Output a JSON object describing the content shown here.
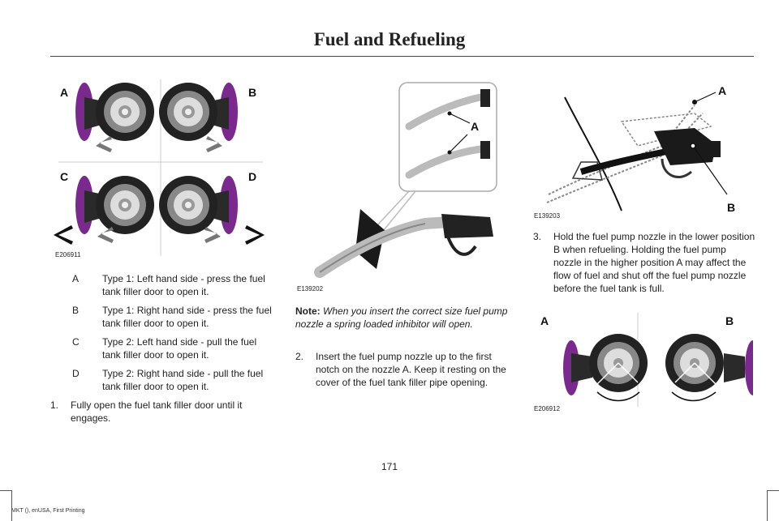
{
  "header": {
    "title": "Fuel and Refueling"
  },
  "figure1": {
    "code": "E206911",
    "labels": [
      "A",
      "B",
      "C",
      "D"
    ]
  },
  "legend": [
    {
      "key": "A",
      "text": "Type 1: Left hand side - press the fuel tank filler door to open it."
    },
    {
      "key": "B",
      "text": "Type 1: Right hand side - press the fuel tank filler door to open it."
    },
    {
      "key": "C",
      "text": "Type 2: Left hand side - pull the fuel tank filler door to open it."
    },
    {
      "key": "D",
      "text": "Type 2: Right hand side - pull the fuel tank filler door to open it."
    }
  ],
  "step1": {
    "num": "1.",
    "text": "Fully open the fuel tank filler door until it engages."
  },
  "figure2": {
    "code": "E139202",
    "label": "A"
  },
  "note": {
    "label": "Note:",
    "text": "When you insert the correct size fuel pump nozzle a spring loaded inhibitor will open."
  },
  "step2": {
    "num": "2.",
    "text": "Insert the fuel pump nozzle up to the first notch on the nozzle A.  Keep it resting on the cover of the fuel tank filler pipe opening."
  },
  "figure3": {
    "code": "E139203",
    "label_a": "A",
    "label_b": "B"
  },
  "step3": {
    "num": "3.",
    "text": "Hold the fuel pump nozzle in the lower position B when refueling. Holding the fuel pump nozzle in the higher position A may affect the flow of fuel and shut off the fuel pump nozzle before the fuel tank is full."
  },
  "figure4": {
    "code": "E206912",
    "label_a": "A",
    "label_b": "B"
  },
  "footer": {
    "page_number": "171",
    "edition": "MKT (), enUSA, First Printing"
  },
  "colors": {
    "door_purple": "#7a2a8c",
    "text": "#222222"
  }
}
